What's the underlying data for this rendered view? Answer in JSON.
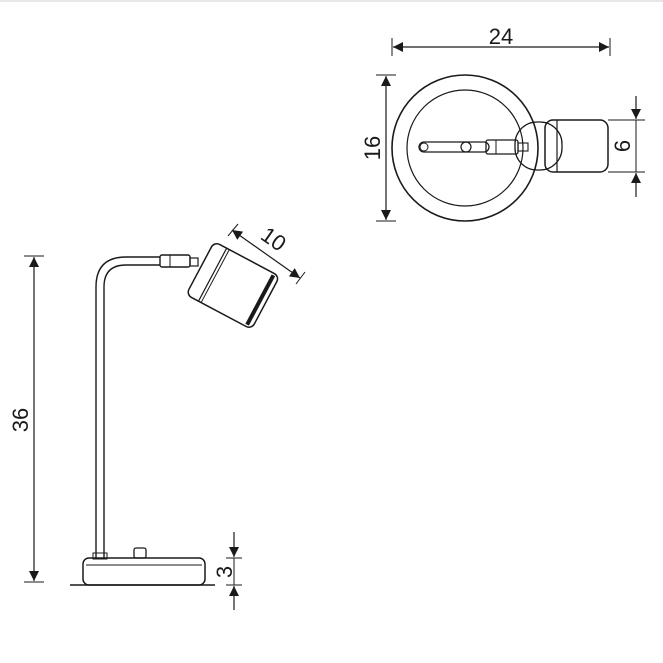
{
  "dimensions": {
    "top_width": "24",
    "top_height": "16",
    "shade_diameter": "6",
    "head_length": "10",
    "total_height": "36",
    "base_height": "3"
  }
}
